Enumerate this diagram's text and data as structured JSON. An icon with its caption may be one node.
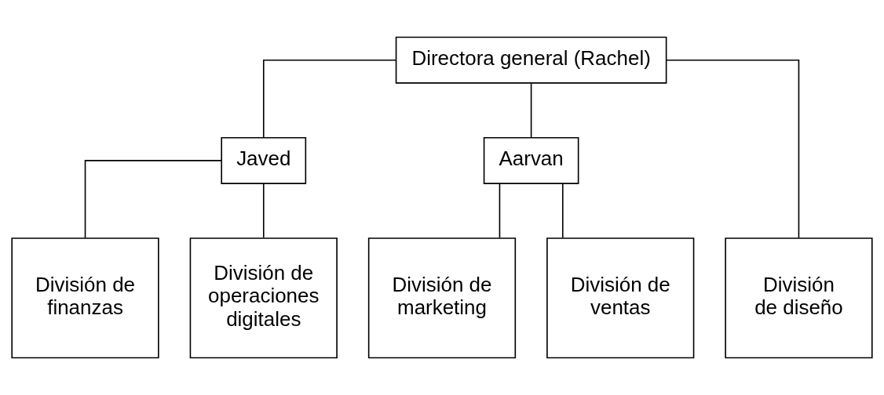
{
  "diagram": {
    "nodes": [
      {
        "text": [
          "Directora general (Rachel)"
        ]
      },
      {
        "text": [
          "Javed"
        ]
      },
      {
        "text": [
          "Aarvan"
        ]
      },
      {
        "text": [
          "División de diseño"
        ]
      },
      {
        "text": [
          "División de finanzas"
        ]
      },
      {
        "text": [
          "División de operaciones digitales"
        ]
      },
      {
        "text": [
          "División de marketing"
        ]
      },
      {
        "text": [
          "División de ventas"
        ]
      }
    ],
    "edges": [
      {
        "from": 0,
        "to": 3,
        "arrow": "none"
      },
      {
        "from": 0,
        "to": 1,
        "arrow": "none"
      },
      {
        "from": 0,
        "to": 2,
        "arrow": "none"
      },
      {
        "from": 1,
        "to": 4,
        "arrow": "none"
      },
      {
        "from": 1,
        "to": 5,
        "arrow": "none"
      },
      {
        "from": 2,
        "to": 6,
        "arrow": "none"
      },
      {
        "from": 2,
        "to": 7,
        "arrow": "none"
      }
    ]
  }
}
